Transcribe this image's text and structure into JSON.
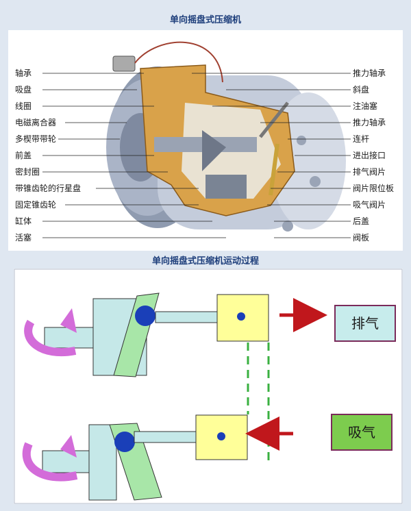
{
  "titles": {
    "top": "单向摇盘式压缩机",
    "bottom": "单向摇盘式压缩机运动过程"
  },
  "left_labels": [
    "轴承",
    "吸盘",
    "线圈",
    "电磁离合器",
    "多楔带带轮",
    "前盖",
    "密封圈",
    "带锥齿轮的行星盘",
    "固定锥齿轮",
    "缸体",
    "活塞"
  ],
  "right_labels": [
    "推力轴承",
    "斜盘",
    "注油塞",
    "推力轴承",
    "连杆",
    "进出接口",
    "排气阀片",
    "阀片限位板",
    "吸气阀片",
    "后盖",
    "阀板"
  ],
  "process": {
    "exhaust_label": "排气",
    "intake_label": "吸气"
  },
  "colors": {
    "title": "#1c3d7a",
    "exhaust_arrow": "#c0171c",
    "piston_box": "#ffff99",
    "plate": "#a8e6a8",
    "rod": "#c5e8e8",
    "dot": "#1a3fb8",
    "rotation_arrow": "#d36cd9",
    "intake_box": "#7dcc4e",
    "exhaust_box": "#c7ecec",
    "box_border": "#7a2a5a",
    "dashed_line": "#3ab040",
    "compressor_body": "#b9c2d4",
    "cutaway": "#d9a24a"
  }
}
